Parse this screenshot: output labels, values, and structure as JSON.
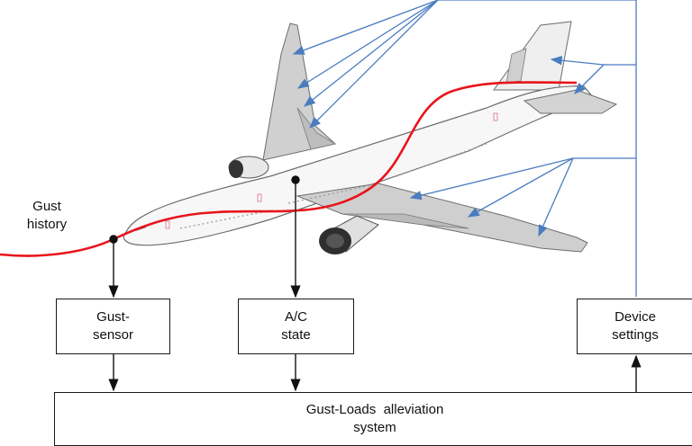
{
  "labels": {
    "gust_history": [
      "Gust",
      "history"
    ]
  },
  "boxes": {
    "gust_sensor": [
      "Gust-",
      "sensor"
    ],
    "ac_state": [
      "A/C",
      "state"
    ],
    "device_settings": [
      "Device",
      "settings"
    ],
    "glas": [
      "Gust-Loads  alleviation",
      "system"
    ]
  },
  "colors": {
    "gust_line": "#e8141c",
    "control_arrow": "#4a7cc0",
    "signal_arrow": "#111111",
    "airframe_fill": "#f7f7f7",
    "surface_fill": "#c9c9c9",
    "outline": "#6d6d6d"
  }
}
